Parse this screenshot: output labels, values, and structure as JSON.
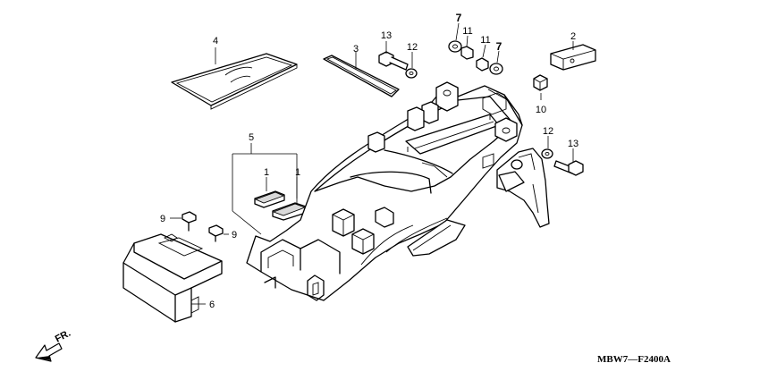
{
  "diagram": {
    "labels": {
      "p1a": "1",
      "p1b": "1",
      "p2": "2",
      "p3": "3",
      "p4": "4",
      "p5": "5",
      "p6": "6",
      "p7a": "7",
      "p7b": "7",
      "p9a": "9",
      "p9b": "9",
      "p10": "10",
      "p11a": "11",
      "p11b": "11",
      "p12a": "12",
      "p12b": "12",
      "p13a": "13",
      "p13b": "13"
    },
    "direction_label": "FR.",
    "diagram_code": "MBW7—F2400A"
  }
}
